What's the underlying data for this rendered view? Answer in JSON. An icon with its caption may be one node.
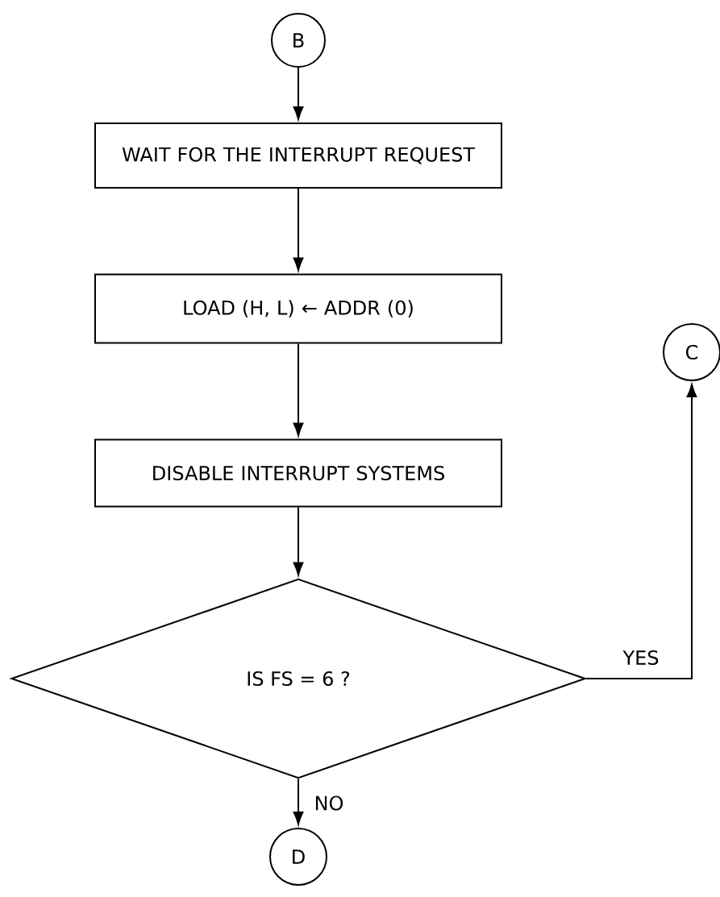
{
  "diagram": {
    "nodes": [
      {
        "text": [
          "B"
        ]
      },
      {
        "text": [
          "WAIT FOR THE INTERRUPT REQUEST"
        ]
      },
      {
        "text": [
          "LOAD (H, L) ← ADDR (0)"
        ]
      },
      {
        "text": [
          "DISABLE INTERRUPT SYSTEMS"
        ]
      },
      {
        "text": [
          "IS FS = 6 ?"
        ]
      },
      {
        "text": [
          "C"
        ]
      },
      {
        "text": [
          "D"
        ]
      }
    ],
    "edges": [
      {
        "from": 0,
        "to": 1,
        "arrow": "to"
      },
      {
        "from": 1,
        "to": 2,
        "arrow": "to"
      },
      {
        "from": 2,
        "to": 3,
        "arrow": "to"
      },
      {
        "from": 3,
        "to": 4,
        "arrow": "to"
      },
      {
        "from": 4,
        "to": 5,
        "arrow": "to",
        "label": "YES"
      },
      {
        "from": 4,
        "to": 6,
        "arrow": "to",
        "label": "NO"
      }
    ]
  }
}
